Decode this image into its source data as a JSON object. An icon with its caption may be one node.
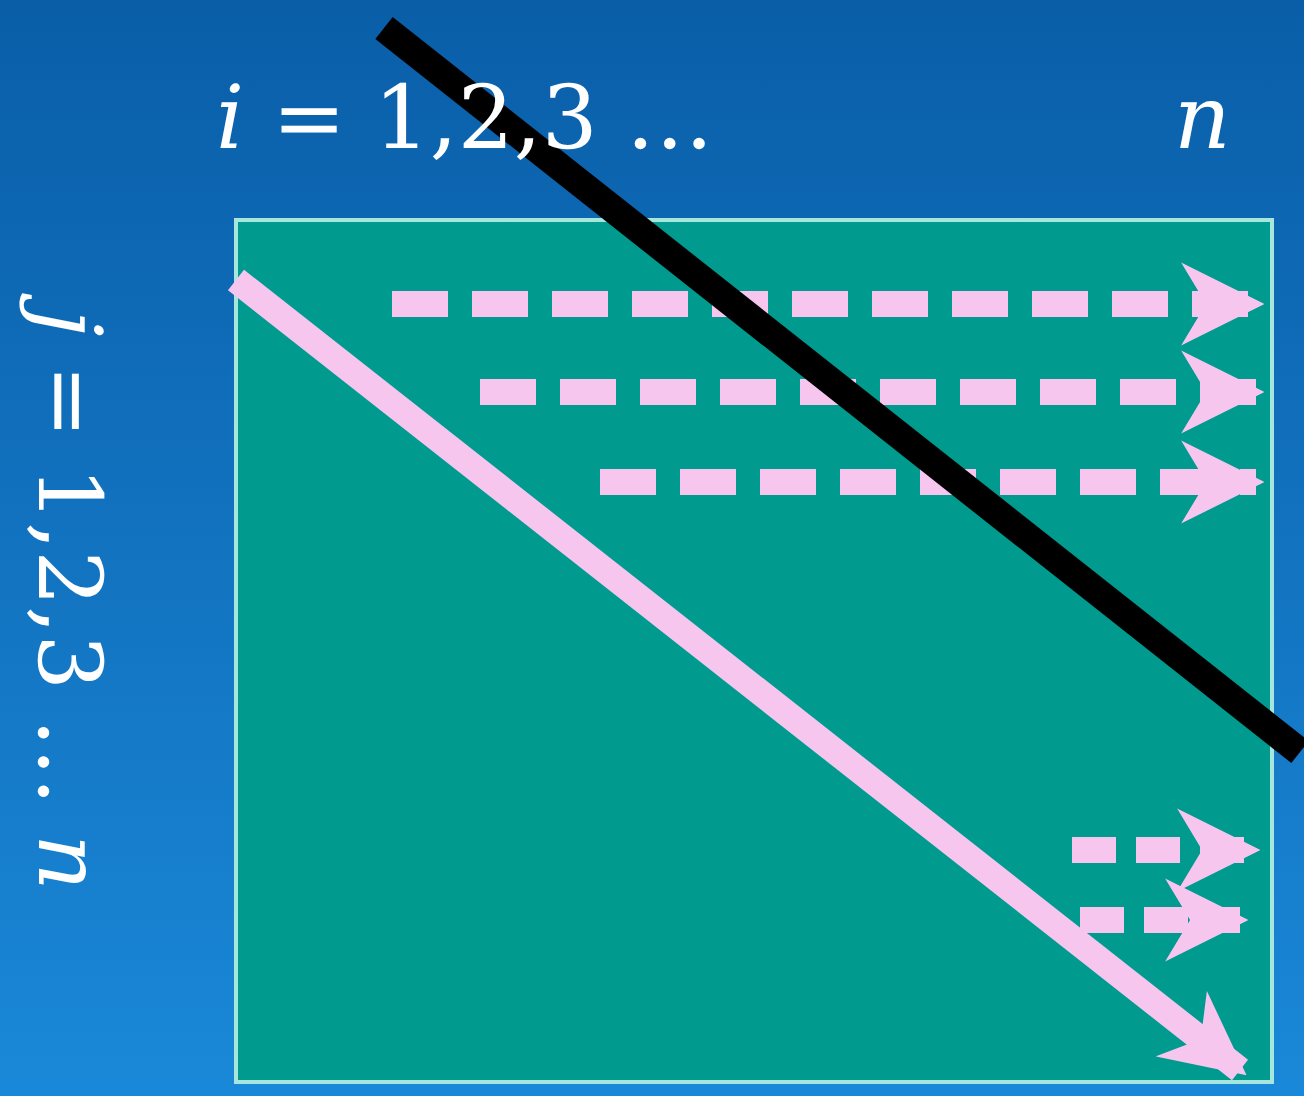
{
  "diagram": {
    "labels": [
      "*i* = 1,2,3 …",
      "n",
      "*j* = 1,2,3 … *n*"
    ]
  }
}
